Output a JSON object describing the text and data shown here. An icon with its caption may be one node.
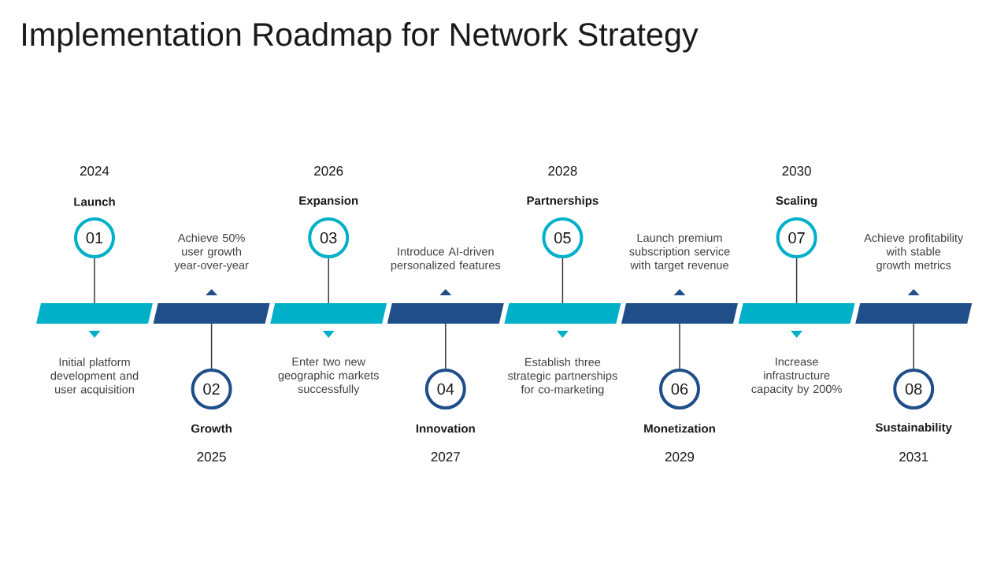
{
  "diagram": {
    "title": "Implementation Roadmap for Network Strategy",
    "nodes": [
      {
        "text": [
          "Launch",
          "01"
        ],
        "beside": [
          "2024"
        ]
      },
      {
        "text": [],
        "shape": "bar",
        "beside": [
          "Initial platform development and user acquisition"
        ]
      },
      {
        "text": [
          "02",
          "Growth"
        ],
        "beside": [
          "2025"
        ]
      },
      {
        "text": [],
        "shape": "bar",
        "beside": [
          "Achieve 50% user growth year-over-year"
        ]
      },
      {
        "text": [
          "Expansion",
          "03"
        ],
        "beside": [
          "2026"
        ]
      },
      {
        "text": [],
        "shape": "bar",
        "beside": [
          "Enter two new geographic markets successfully"
        ]
      },
      {
        "text": [
          "04",
          "Innovation"
        ],
        "beside": [
          "2027"
        ]
      },
      {
        "text": [],
        "shape": "bar",
        "beside": [
          "Introduce AI-driven personalized features"
        ]
      },
      {
        "text": [
          "Partnerships",
          "05"
        ],
        "beside": [
          "2028"
        ]
      },
      {
        "text": [],
        "shape": "bar",
        "beside": [
          "Establish three strategic partnerships for co-marketing"
        ]
      },
      {
        "text": [
          "06",
          "Monetization"
        ],
        "beside": [
          "2029"
        ]
      },
      {
        "text": [],
        "shape": "bar",
        "beside": [
          "Launch premium subscription service with target revenue"
        ]
      },
      {
        "text": [
          "Scaling",
          "07"
        ],
        "beside": [
          "2030"
        ]
      },
      {
        "text": [],
        "shape": "bar",
        "beside": [
          "Increase infrastructure capacity by 200%"
        ]
      },
      {
        "text": [
          "08",
          "Sustainability"
        ],
        "beside": [
          "2031"
        ]
      },
      {
        "text": [],
        "shape": "bar",
        "beside": [
          "Achieve profitability with stable growth metrics"
        ]
      }
    ],
    "edges": [
      {
        "from": 0,
        "to": 1,
        "arrow": "none"
      },
      {
        "from": 2,
        "to": 3,
        "arrow": "none"
      },
      {
        "from": 4,
        "to": 5,
        "arrow": "none"
      },
      {
        "from": 6,
        "to": 7,
        "arrow": "none"
      },
      {
        "from": 8,
        "to": 9,
        "arrow": "none"
      },
      {
        "from": 10,
        "to": 11,
        "arrow": "none"
      },
      {
        "from": 12,
        "to": 13,
        "arrow": "none"
      },
      {
        "from": 14,
        "to": 15,
        "arrow": "none"
      }
    ]
  }
}
